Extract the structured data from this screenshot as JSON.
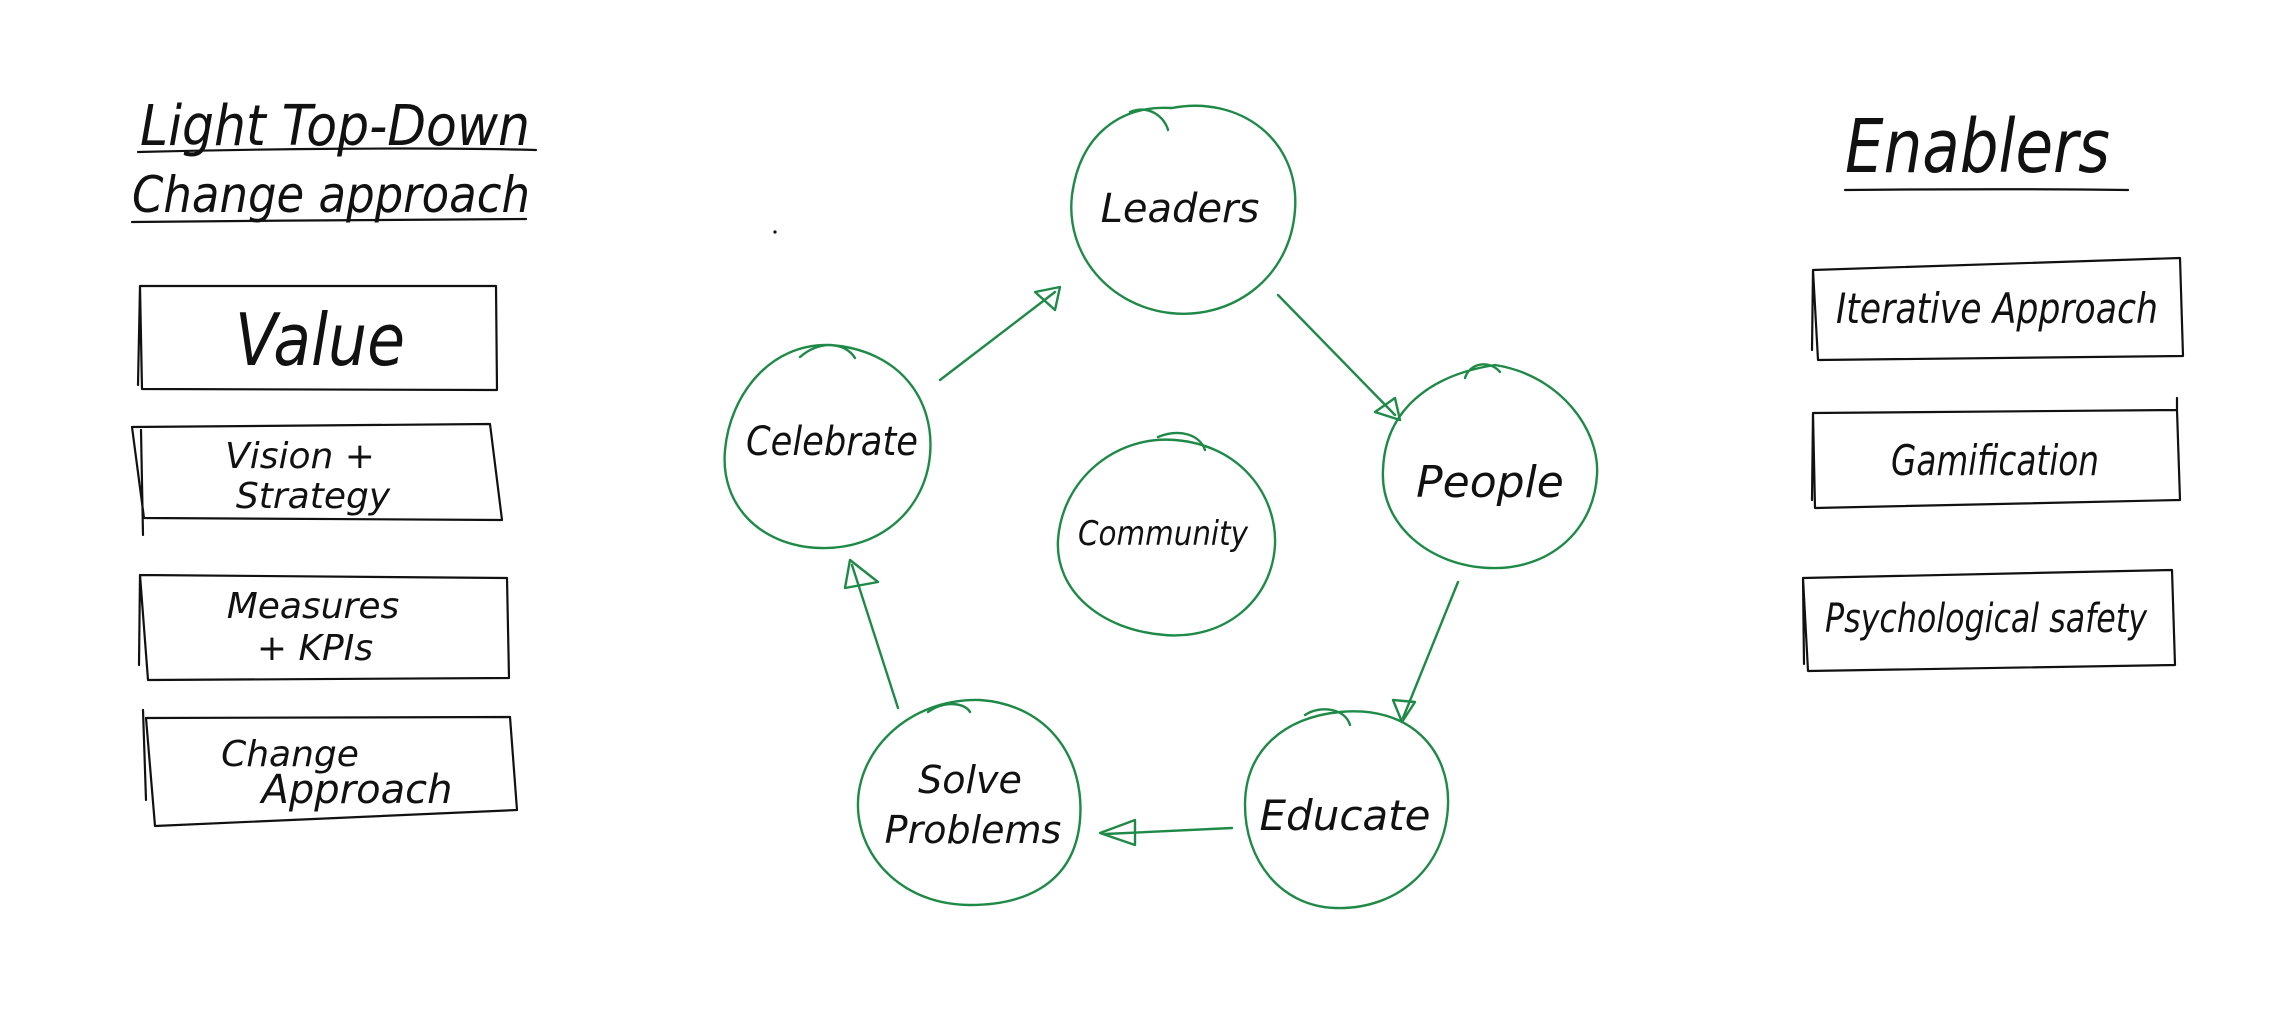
{
  "left": {
    "title_line1": "Light Top-Down",
    "title_line2": "Change approach",
    "boxes": [
      {
        "lines": [
          "Value"
        ]
      },
      {
        "lines": [
          "Vision +",
          "Strategy"
        ]
      },
      {
        "lines": [
          "Measures",
          "+ KPIs"
        ]
      },
      {
        "lines": [
          "Change",
          "Approach"
        ]
      }
    ]
  },
  "cycle": {
    "nodes": [
      "Leaders",
      "People",
      "Educate",
      "Solve",
      "Problems",
      "Celebrate"
    ],
    "center": "Community"
  },
  "right": {
    "title": "Enablers",
    "boxes": [
      "Iterative Approach",
      "Gamification",
      "Psychological safety"
    ]
  },
  "colors": {
    "ink": "#111111",
    "cycle": "#1f8a47"
  }
}
